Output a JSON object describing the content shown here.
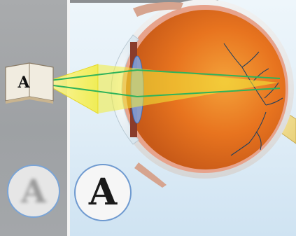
{
  "figure": {
    "object_letter": "A",
    "blurred_image_letter": "A",
    "sharp_image_letter": "A"
  },
  "colors": {
    "left_panel": "#a4a7aa",
    "right_panel": "#e1eef7",
    "eyeball": "#e8741f",
    "light_beam": "#f2ec3a",
    "optic_ray": "#2fb35a",
    "circle_border": "#6f9ad0"
  },
  "icons": [
    "book-icon",
    "eyeball-icon",
    "lens-icon",
    "optic-nerve-icon",
    "light-beam-icon"
  ]
}
